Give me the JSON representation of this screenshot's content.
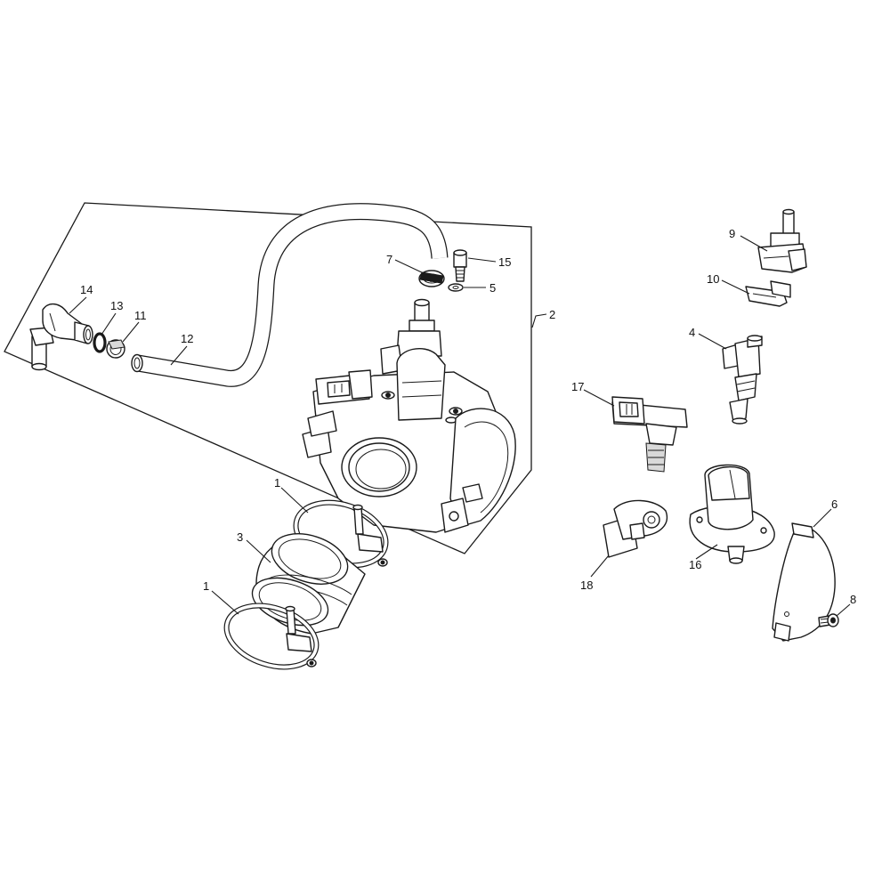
{
  "callouts": {
    "c1a": "1",
    "c1b": "1",
    "c2": "2",
    "c3": "3",
    "c4": "4",
    "c5": "5",
    "c6": "6",
    "c7": "7",
    "c8": "8",
    "c9": "9",
    "c10": "10",
    "c11": "11",
    "c12": "12",
    "c13": "13",
    "c14": "14",
    "c15": "15",
    "c16": "16",
    "c17": "17",
    "c18": "18"
  },
  "colors": {
    "line": "#1a1a1a",
    "background": "#ffffff"
  }
}
